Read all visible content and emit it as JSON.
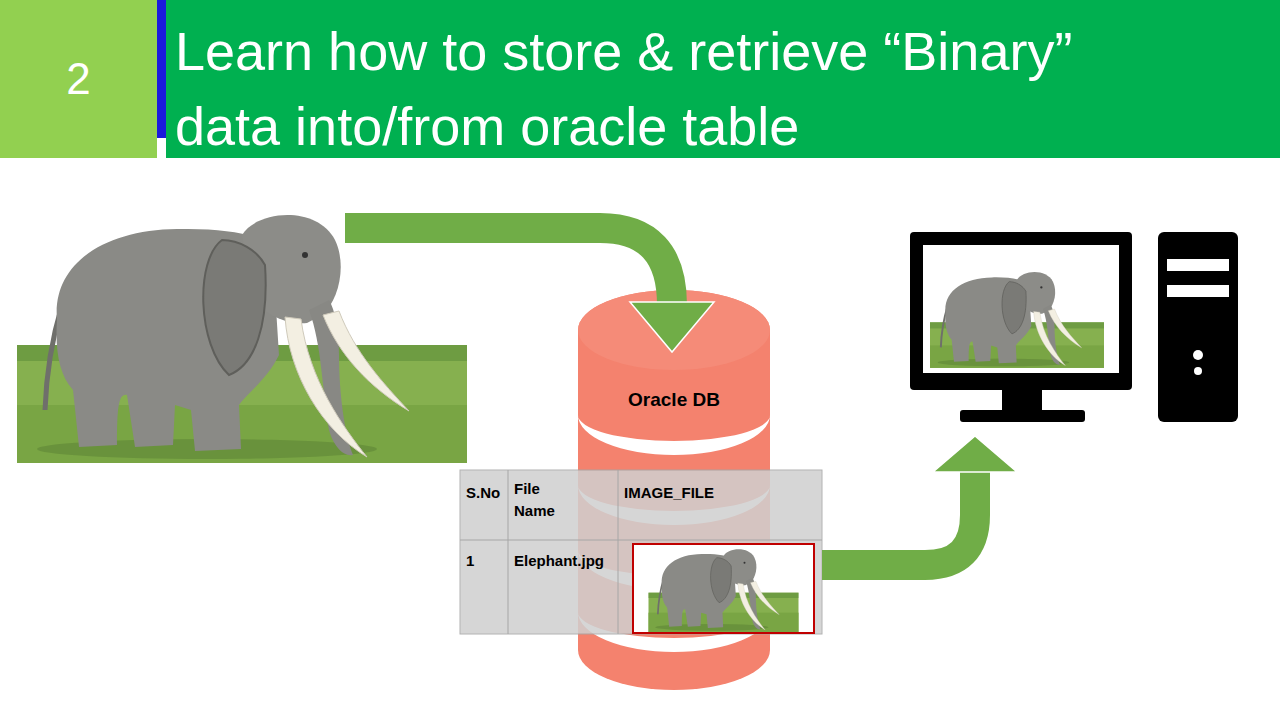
{
  "diagram": {
    "title": "Learn how to store & retrieve “Binary” data into/from oracle table",
    "nodes": [
      {
        "text": [
          "2"
        ]
      },
      {
        "text": [
          "Oracle DB"
        ]
      }
    ],
    "labels": [
      "S.No",
      "File Name",
      "IMAGE_FILE",
      "1",
      "Elephant.jpg"
    ]
  }
}
